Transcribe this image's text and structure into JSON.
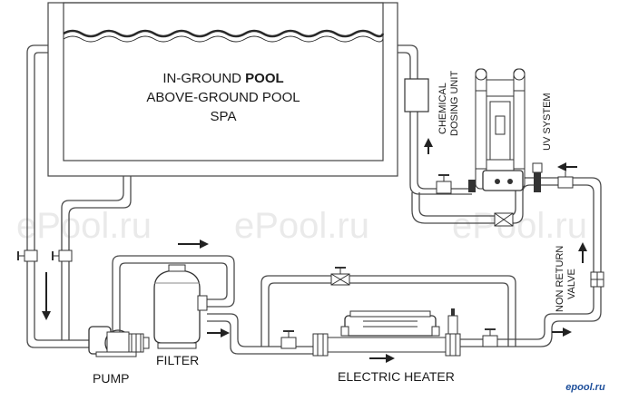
{
  "pool": {
    "line1_pre": "IN-GROUND ",
    "line1_bold": "POOL",
    "line2": "ABOVE-GROUND POOL",
    "line3": "SPA"
  },
  "labels": {
    "pump": "PUMP",
    "filter": "FILTER",
    "heater": "ELECTRIC HEATER",
    "dosing_1": "CHEMICAL",
    "dosing_2": "DOSING UNIT",
    "uv": "UV SYSTEM",
    "nrv_1": "NON RETURN",
    "nrv_2": "VALVE"
  },
  "watermark": "ePool.ru",
  "brand": "epool.ru",
  "colors": {
    "line": "#4a4a4a",
    "water": "#2a2a2a",
    "watermark": "#d9d9d9",
    "brand": "#1e4f9b"
  }
}
